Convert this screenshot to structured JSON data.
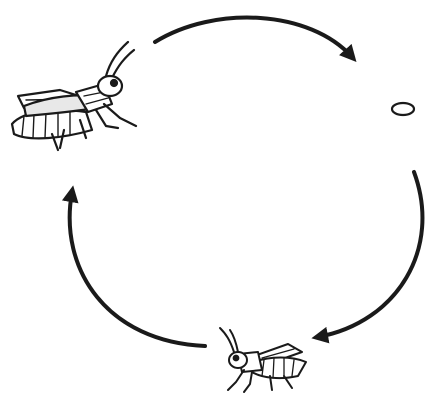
{
  "diagram": {
    "kind": "life-cycle",
    "colors": {
      "ink": "#1a1a1a",
      "background": "#ffffff"
    },
    "stages": [
      {
        "name": "adult-grasshopper",
        "icon": "grasshopper-adult-icon"
      },
      {
        "name": "egg",
        "icon": "egg-icon"
      },
      {
        "name": "nymph",
        "icon": "grasshopper-nymph-icon"
      }
    ],
    "arrows": [
      {
        "from": "adult-grasshopper",
        "to": "egg"
      },
      {
        "from": "egg",
        "to": "nymph"
      },
      {
        "from": "nymph",
        "to": "adult-grasshopper"
      }
    ]
  }
}
